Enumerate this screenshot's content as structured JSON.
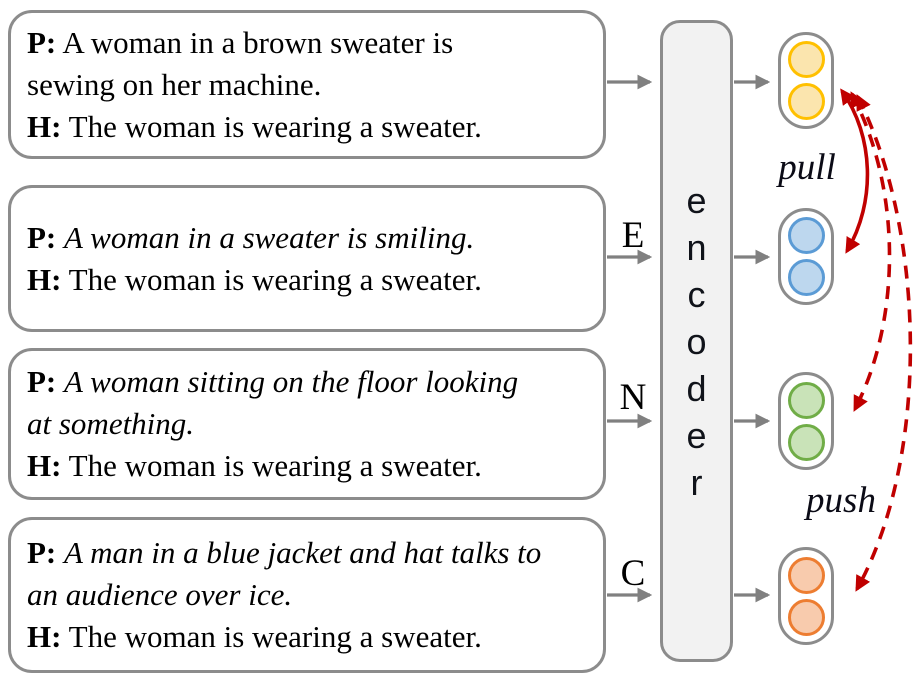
{
  "pair_boxes": [
    {
      "premise_label": "P:",
      "premise": "A woman in a brown sweater is sewing on her machine.",
      "hypothesis_label": "H:",
      "hypothesis": "The woman is wearing a sweater."
    },
    {
      "premise_label": "P:",
      "premise": "A woman in a sweater is smiling.",
      "hypothesis_label": "H:",
      "hypothesis": "The woman is wearing a sweater."
    },
    {
      "premise_label": "P:",
      "premise": "A woman sitting on the floor looking at something.",
      "hypothesis_label": "H:",
      "hypothesis": "The woman is wearing a sweater."
    },
    {
      "premise_label": "P:",
      "premise": "A man in a blue jacket and hat talks to an audience over ice.",
      "hypothesis_label": "H:",
      "hypothesis": "The woman is wearing a sweater."
    }
  ],
  "relation_labels": {
    "entailment": "E",
    "neutral": "N",
    "contradiction": "C"
  },
  "encoder": {
    "label": "encoder",
    "letters": [
      "e",
      "n",
      "c",
      "o",
      "d",
      "e",
      "r"
    ]
  },
  "force_labels": {
    "pull": "pull",
    "push": "push"
  },
  "embeddings": [
    {
      "name": "anchor-pair",
      "border_color": "#FFC000",
      "fill_color": "#FBE5AE"
    },
    {
      "name": "entailment-pair",
      "border_color": "#5B9BD5",
      "fill_color": "#BDD7EE"
    },
    {
      "name": "neutral-pair",
      "border_color": "#70AD47",
      "fill_color": "#C9E3B8"
    },
    {
      "name": "contradiction-pair",
      "border_color": "#ED7D31",
      "fill_color": "#F8CBAD"
    }
  ],
  "colors": {
    "box_border": "#8C8C8C",
    "encoder_fill": "#F2F2F2",
    "gray_arrow": "#808080",
    "red_arrow": "#C00000"
  }
}
